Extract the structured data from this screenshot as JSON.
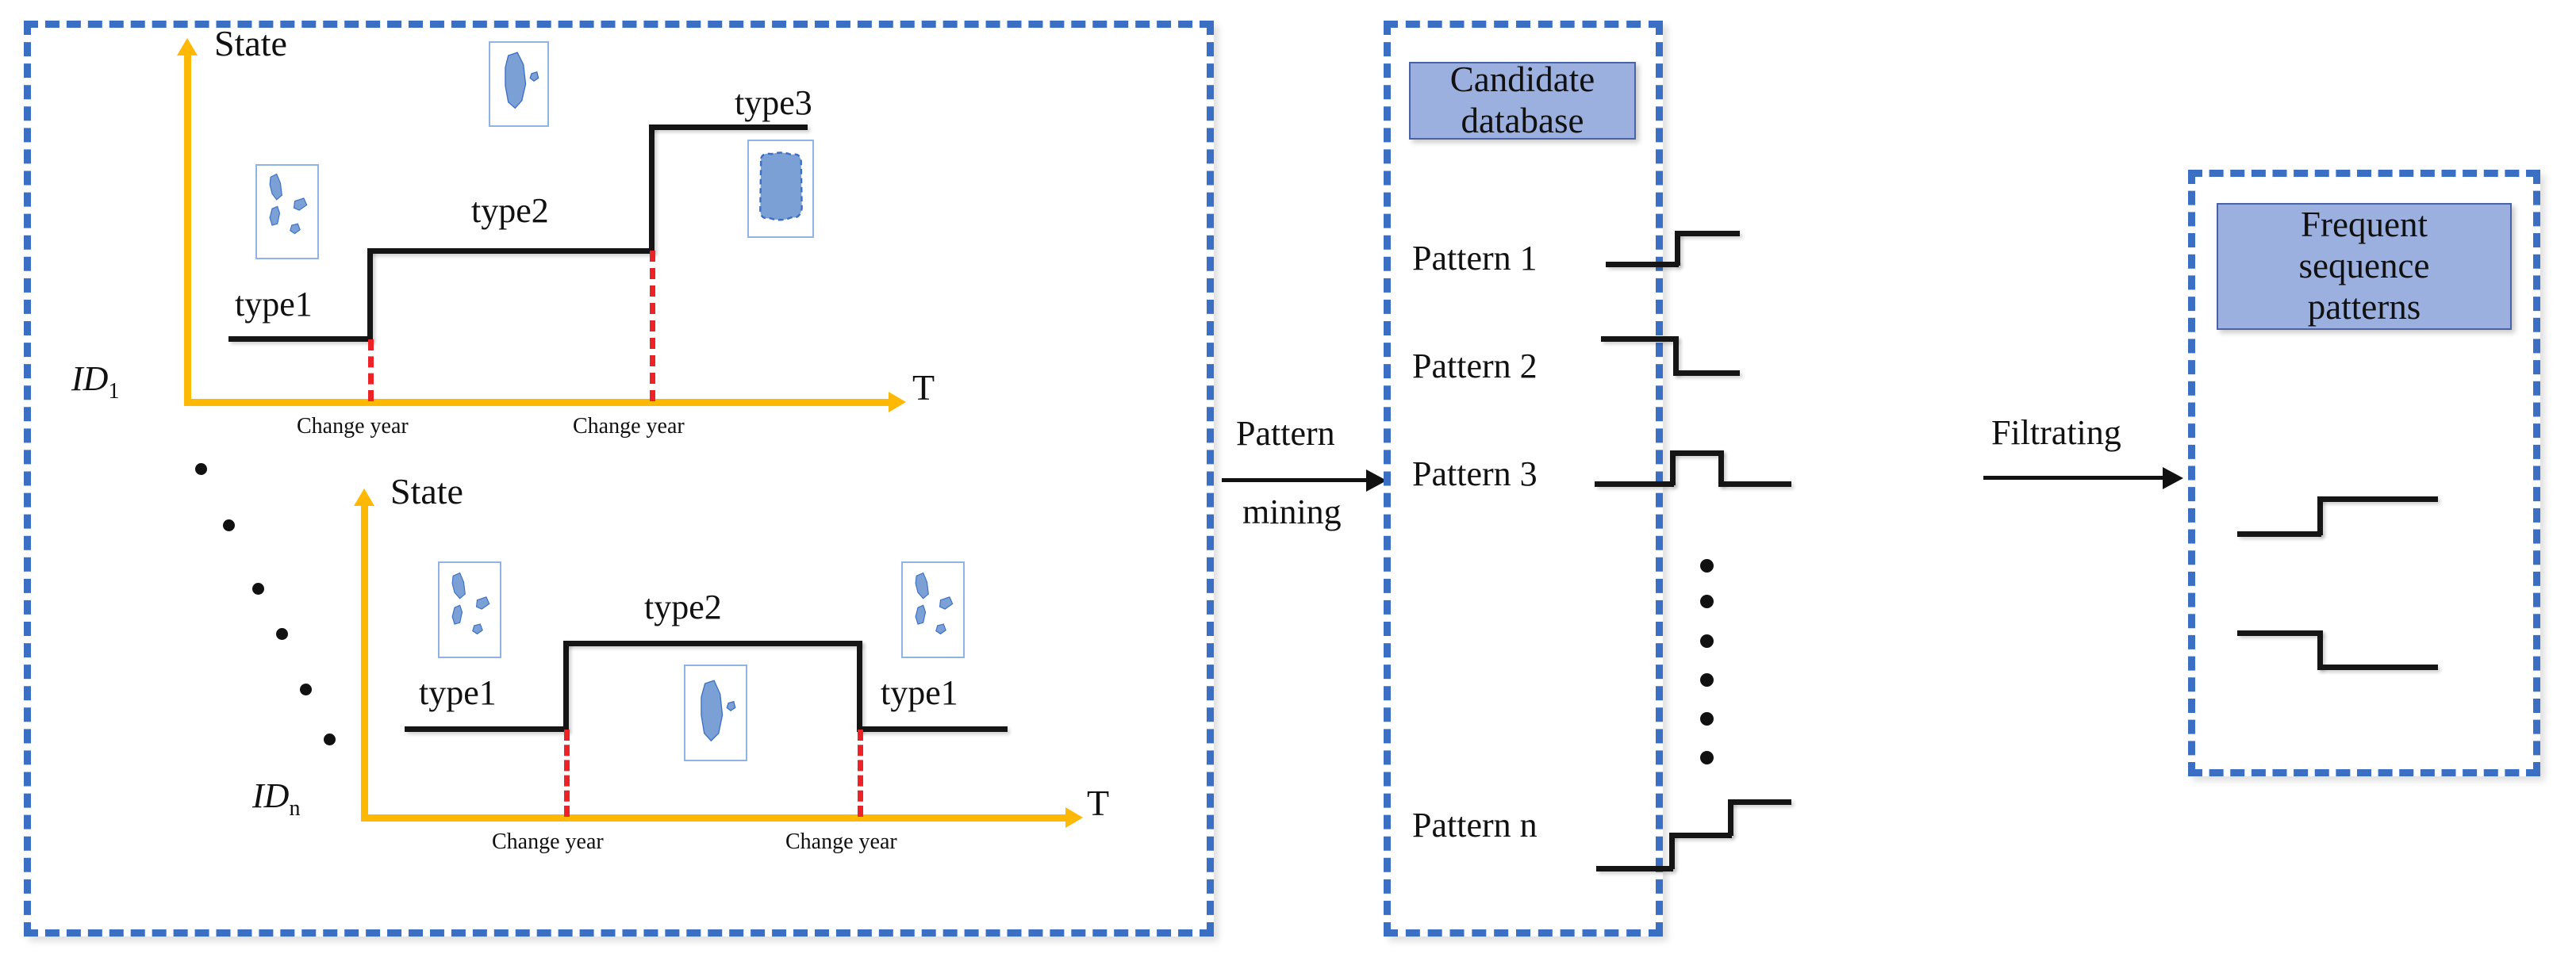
{
  "diagram": {
    "title": "Sequence pattern mining workflow",
    "accent_blue": "#3b6fc4",
    "header_fill": "#9cb0e0",
    "axis_yellow": "#ffb803",
    "change_red": "#ec2227",
    "step_black": "#151515"
  },
  "sequences_panel": {
    "series": [
      {
        "id_label": "ID",
        "id_sub": "1",
        "y_axis_label": "State",
        "x_axis_label": "T",
        "steps": [
          {
            "label": "type1",
            "level": 1
          },
          {
            "label": "type2",
            "level": 2
          },
          {
            "label": "type3",
            "level": 3
          }
        ],
        "change_markers": [
          "Change year",
          "Change year"
        ],
        "thumbnails": [
          {
            "name": "fragmented-patches-thumbnail",
            "for_step": "type1"
          },
          {
            "name": "elongated-patch-thumbnail",
            "for_step": "type2"
          },
          {
            "name": "consolidated-block-thumbnail",
            "for_step": "type3"
          }
        ]
      },
      {
        "id_label": "ID",
        "id_sub": "n",
        "y_axis_label": "State",
        "x_axis_label": "T",
        "steps": [
          {
            "label": "type1",
            "level": 1
          },
          {
            "label": "type2",
            "level": 2
          },
          {
            "label": "type1",
            "level": 1
          }
        ],
        "change_markers": [
          "Change year",
          "Change year"
        ],
        "thumbnails": [
          {
            "name": "fragmented-patches-thumbnail",
            "for_step": "type1"
          },
          {
            "name": "elongated-patch-thumbnail",
            "for_step": "type2"
          },
          {
            "name": "fragmented-patches-thumbnail",
            "for_step": "type1-end"
          }
        ]
      }
    ]
  },
  "arrows": {
    "pattern_mining": {
      "line1": "Pattern",
      "line2": "mining"
    },
    "filtrating": {
      "line1": "Filtrating"
    }
  },
  "candidate_panel": {
    "title": "Candidate database",
    "patterns": [
      {
        "label": "Pattern 1",
        "shape": "low-then-high"
      },
      {
        "label": "Pattern 2",
        "shape": "high-then-low"
      },
      {
        "label": "Pattern 3",
        "shape": "low-high-low"
      },
      {
        "label": "Pattern n",
        "shape": "three-rising-steps"
      }
    ],
    "ellipsis": "⋮"
  },
  "frequent_panel": {
    "title_lines": [
      "Frequent",
      "sequence",
      "patterns"
    ],
    "patterns": [
      {
        "shape": "low-then-high"
      },
      {
        "shape": "high-then-low"
      }
    ]
  },
  "chart_data": {
    "type": "line",
    "title": "State transition sequences over time",
    "xlabel": "T",
    "ylabel": "State",
    "series": [
      {
        "name": "ID_1",
        "step_labels": [
          "type1",
          "type2",
          "type3"
        ],
        "x": [
          0,
          1,
          1,
          2,
          2,
          3
        ],
        "y": [
          1,
          1,
          2,
          2,
          3,
          3
        ],
        "change_years": [
          1,
          2
        ]
      },
      {
        "name": "ID_n",
        "step_labels": [
          "type1",
          "type2",
          "type1"
        ],
        "x": [
          0,
          1,
          1,
          2,
          2,
          3
        ],
        "y": [
          1,
          1,
          2,
          2,
          1,
          1
        ],
        "change_years": [
          1,
          2
        ]
      }
    ],
    "candidate_patterns": [
      {
        "name": "Pattern 1",
        "y": [
          1,
          1,
          2,
          2
        ]
      },
      {
        "name": "Pattern 2",
        "y": [
          2,
          2,
          1,
          1
        ]
      },
      {
        "name": "Pattern 3",
        "y": [
          1,
          1,
          2,
          2,
          1,
          1
        ]
      },
      {
        "name": "Pattern n",
        "y": [
          1,
          1,
          2,
          2,
          3,
          3
        ]
      }
    ],
    "frequent_patterns": [
      {
        "y": [
          1,
          1,
          2,
          2
        ]
      },
      {
        "y": [
          2,
          2,
          1,
          1
        ]
      }
    ],
    "grid": false,
    "legend": "none"
  }
}
